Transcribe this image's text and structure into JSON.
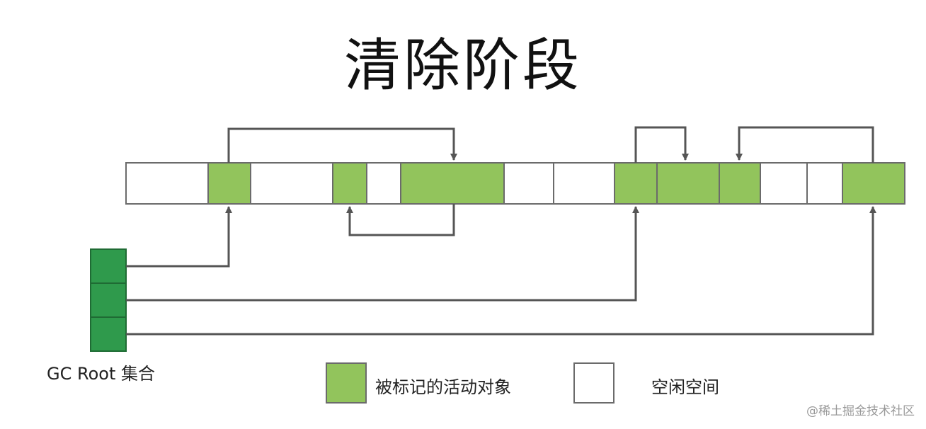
{
  "title": "清除阶段",
  "memory_blocks": [
    {
      "state": "free"
    },
    {
      "state": "marked"
    },
    {
      "state": "free"
    },
    {
      "state": "marked"
    },
    {
      "state": "free"
    },
    {
      "state": "marked"
    },
    {
      "state": "free"
    },
    {
      "state": "free"
    },
    {
      "state": "marked"
    },
    {
      "state": "marked"
    },
    {
      "state": "marked"
    },
    {
      "state": "free"
    },
    {
      "state": "free"
    },
    {
      "state": "marked"
    }
  ],
  "gc_root": {
    "label": "GC Root 集合",
    "slot_count": 3
  },
  "legend": {
    "marked_label": "被标记的活动对象",
    "free_label": "空闲空间"
  },
  "colors": {
    "marked": "#92c45c",
    "root": "#2f9a4c",
    "free": "#ffffff",
    "border": "#6b6b6b",
    "arrow": "#555555"
  },
  "watermark": "@稀土掘金技术社区"
}
